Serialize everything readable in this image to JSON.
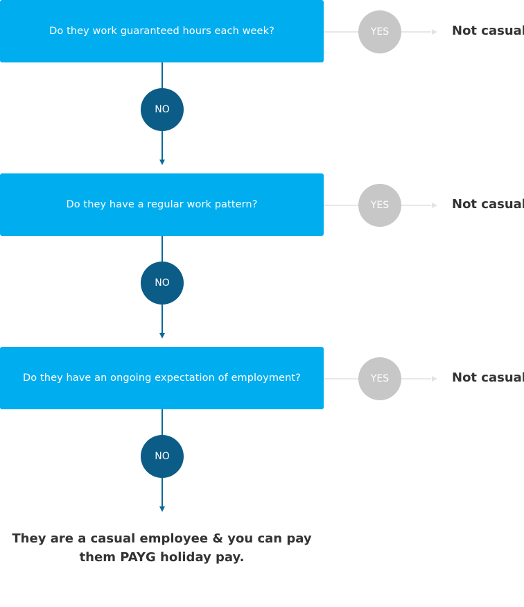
{
  "steps": [
    {
      "question": "Do they work guaranteed hours each week?",
      "yes_label": "YES",
      "no_label": "NO",
      "yes_outcome": "Not casual"
    },
    {
      "question": "Do they have a regular work pattern?",
      "yes_label": "YES",
      "no_label": "NO",
      "yes_outcome": "Not casual"
    },
    {
      "question": "Do they have an ongoing expectation of employment?",
      "yes_label": "YES",
      "no_label": "NO",
      "yes_outcome": "Not casual"
    }
  ],
  "final_outcome": "They are a casual employee & you can pay them PAYG holiday pay.",
  "colors": {
    "question_box": "#00adee",
    "no_circle": "#0b5c87",
    "yes_circle": "#c7c7c7",
    "connector_down": "#0a6a97",
    "connector_right": "#e8e8e8",
    "outcome_text": "#333333"
  }
}
